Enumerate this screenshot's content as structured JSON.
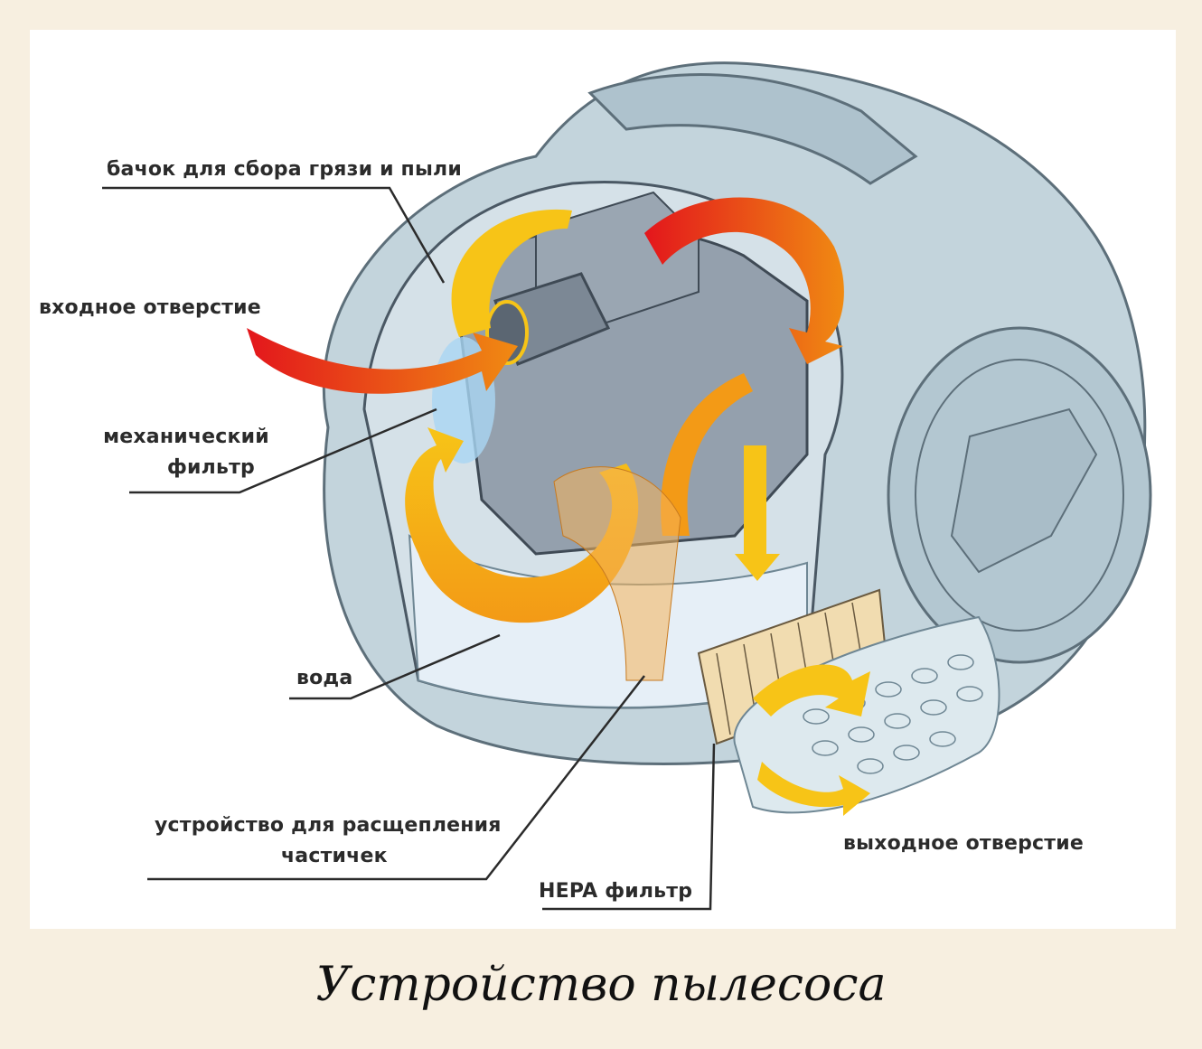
{
  "labels": {
    "dust_bin": "бачок для сбора грязи и пыли",
    "inlet": "входное отверстие",
    "mech_filter_1": "механический",
    "mech_filter_2": "фильтр",
    "water": "вода",
    "splitter_1": "устройство для расщепления",
    "splitter_2": "частичек",
    "hepa": "HEPA фильтр",
    "outlet": "выходное отверстие"
  },
  "caption": "Устройство пылесоса",
  "colors": {
    "background": "#f7efe0",
    "panel": "#ffffff",
    "body_shell": "#b9ccd6",
    "body_outline": "#5d6f7a",
    "inner_unit": "#8d99a6",
    "red_arrow": "#e3161c",
    "orange_arrow": "#f08a12",
    "yellow_arrow": "#f7c417",
    "water": "#e6eff7",
    "hepa_filter": "#f1dcb0",
    "grille": "#dde9ee"
  }
}
